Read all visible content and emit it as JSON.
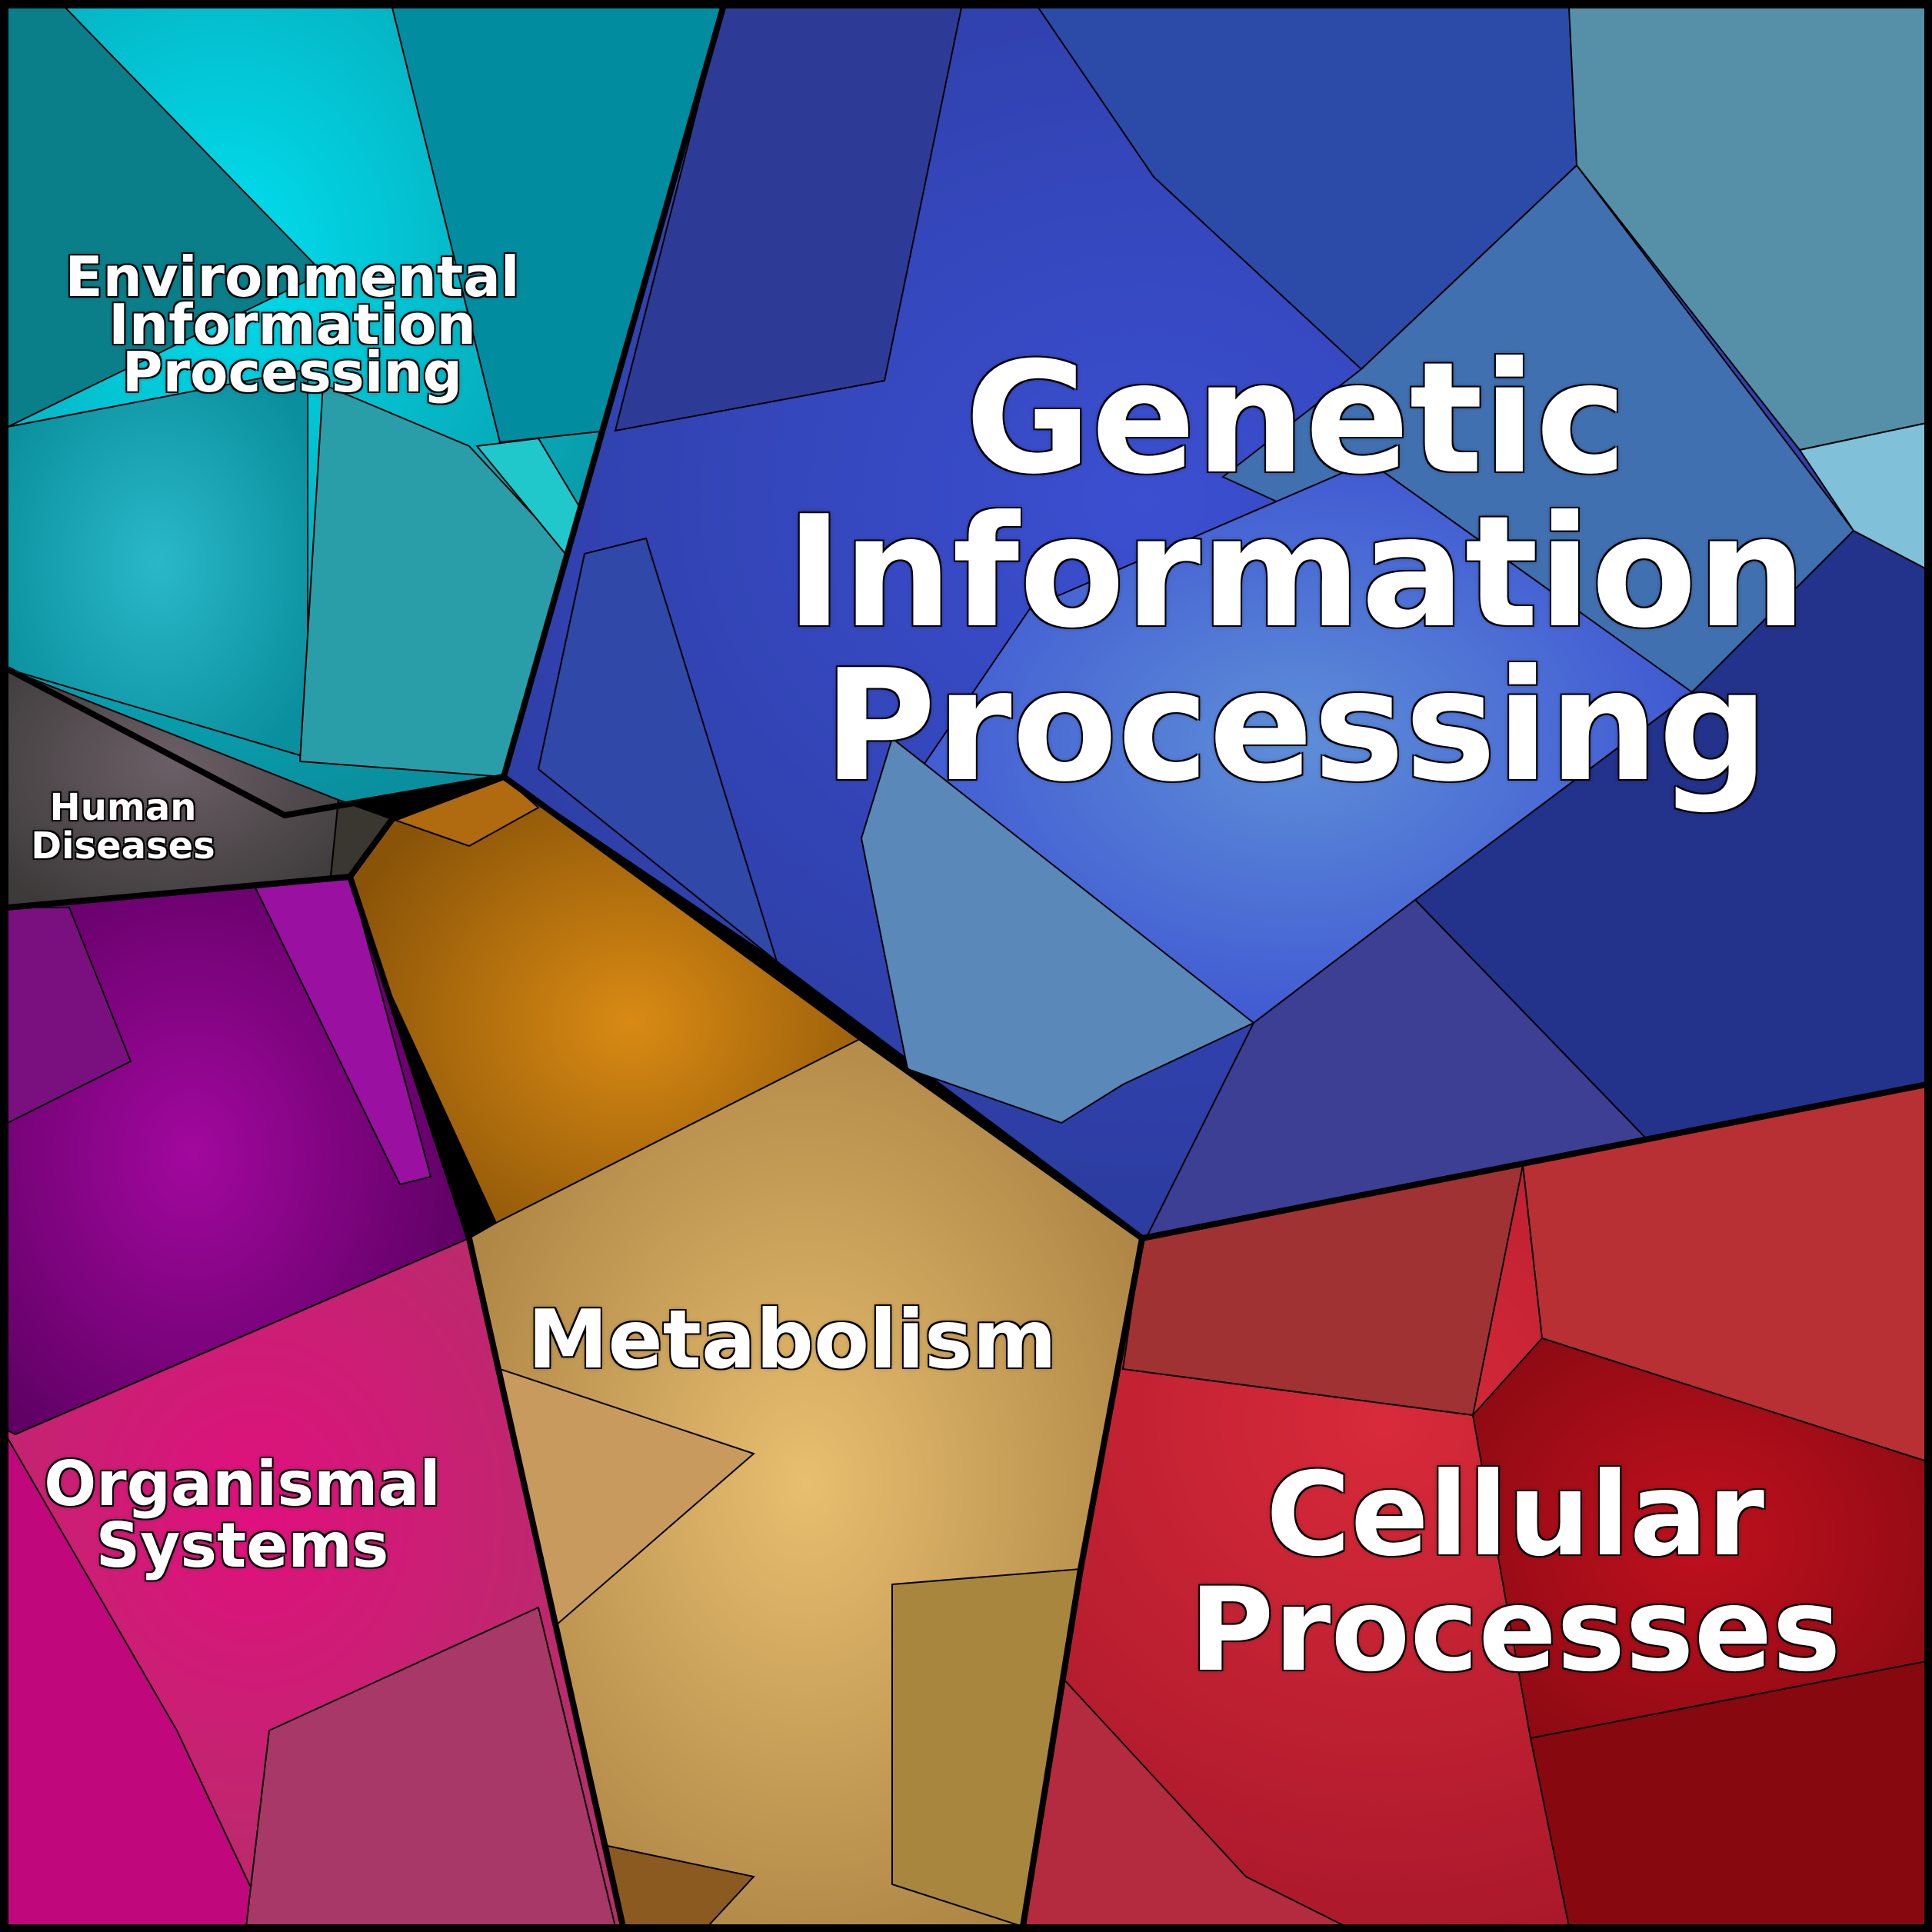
{
  "regions": {
    "environmental": {
      "lines": [
        "Environmental",
        "Information",
        "Processing"
      ],
      "colors": [
        "#00e0f0",
        "#0a8f9e",
        "#2ab8c8"
      ]
    },
    "genetic": {
      "lines": [
        "Genetic",
        "Information",
        "Processing"
      ],
      "colors": [
        "#3b4fd1",
        "#5e8fd8",
        "#2a3a9a"
      ]
    },
    "human": {
      "lines": [
        "Human",
        "Diseases"
      ],
      "colors": [
        "#6b5f66",
        "#3d3a3a"
      ]
    },
    "metabolism": {
      "lines": [
        "Metabolism"
      ],
      "colors": [
        "#d98a14",
        "#c89c5c",
        "#a57d3e"
      ]
    },
    "organismal": {
      "lines": [
        "Organismal",
        "Systems"
      ],
      "colors": [
        "#a2089e",
        "#e0107e",
        "#b23068"
      ]
    },
    "cellular": {
      "lines": [
        "Cellular",
        "Processes"
      ],
      "colors": [
        "#d82a3a",
        "#a8182a",
        "#8a0a12"
      ]
    }
  }
}
